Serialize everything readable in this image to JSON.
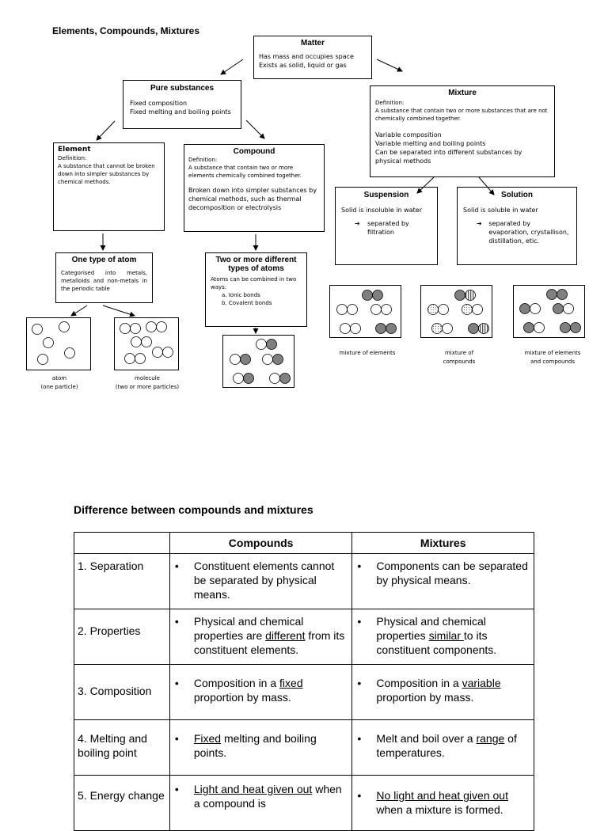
{
  "page": {
    "title": "Elements, Compounds, Mixtures"
  },
  "matter": {
    "title": "Matter",
    "lines": [
      "Has mass and occupies space",
      "Exists as solid, liquid or gas"
    ]
  },
  "pure": {
    "title": "Pure substances",
    "lines": [
      "Fixed composition",
      "Fixed melting and boiling points"
    ]
  },
  "mixture": {
    "title": "Mixture",
    "definition_label": "Definition:",
    "definition": "A substance that contain two or more substances that are not chemically combined together.",
    "lines": [
      "Variable composition",
      "Variable melting and boiling points",
      "Can be separated into different substances by physical methods"
    ]
  },
  "element": {
    "title": "Element",
    "definition_label": "Definition:",
    "definition": "A substance that cannot be broken down into simpler substances by chemical methods."
  },
  "compound": {
    "title": "Compound",
    "definition_label": "Definition:",
    "definition": "A substance that contain two or more elements chemically combined together.",
    "extra": "Broken down into simpler substances by chemical methods, such as thermal decomposition or electrolysis"
  },
  "suspension": {
    "title": "Suspension",
    "line": "Solid is insoluble in water",
    "arrow": "➔",
    "result": "separated by filtration"
  },
  "solution": {
    "title": "Solution",
    "line": "Solid is soluble in water",
    "arrow": "➔",
    "result": "separated by evaporation, crystallison, distillation, etic."
  },
  "one_atom": {
    "title": "One type of atom",
    "text": "Categorised into metals, metalloids and non-metals in the periodic table"
  },
  "two_atoms": {
    "title": "Two or more different types of atoms",
    "text": "Atoms can be combined in two ways:",
    "items": [
      "a.  Ionic bonds",
      "b.  Covalent bonds"
    ]
  },
  "captions": {
    "atom": "atom",
    "atom_sub": "(one particle)",
    "molecule": "molecule",
    "molecule_sub": "(two or more particles)",
    "mix_elements": "mixture of elements",
    "mix_compounds": "mixture of compounds",
    "mix_both": "mixture of elements and compounds"
  },
  "table": {
    "heading": "Difference between compounds and mixtures",
    "col_compounds": "Compounds",
    "col_mixtures": "Mixtures",
    "bullet": "•",
    "rows": [
      {
        "label": "1.  Separation",
        "compounds": "Constituent elements cannot be separated by physical means.",
        "mixtures": "Components can be separated by physical means."
      },
      {
        "label": "2.  Properties",
        "compounds": "Physical and chemical properties are different from its constituent elements.",
        "mixtures": "Physical and chemical properties similar to its constituent components."
      },
      {
        "label": "3.  Composition",
        "compounds": "Composition in a fixed proportion by mass.",
        "mixtures": "Composition in a variable proportion by mass."
      },
      {
        "label": "4.  Melting and boiling point",
        "compounds": "Fixed melting and boiling points.",
        "mixtures": "Melt and boil over a range of temperatures."
      },
      {
        "label": "5.  Energy change",
        "compounds": "Light and heat given out when a compound is",
        "mixtures": "No light and heat given out when a mixture is formed."
      }
    ]
  },
  "colors": {
    "dark": "#808080",
    "border": "#000000"
  }
}
